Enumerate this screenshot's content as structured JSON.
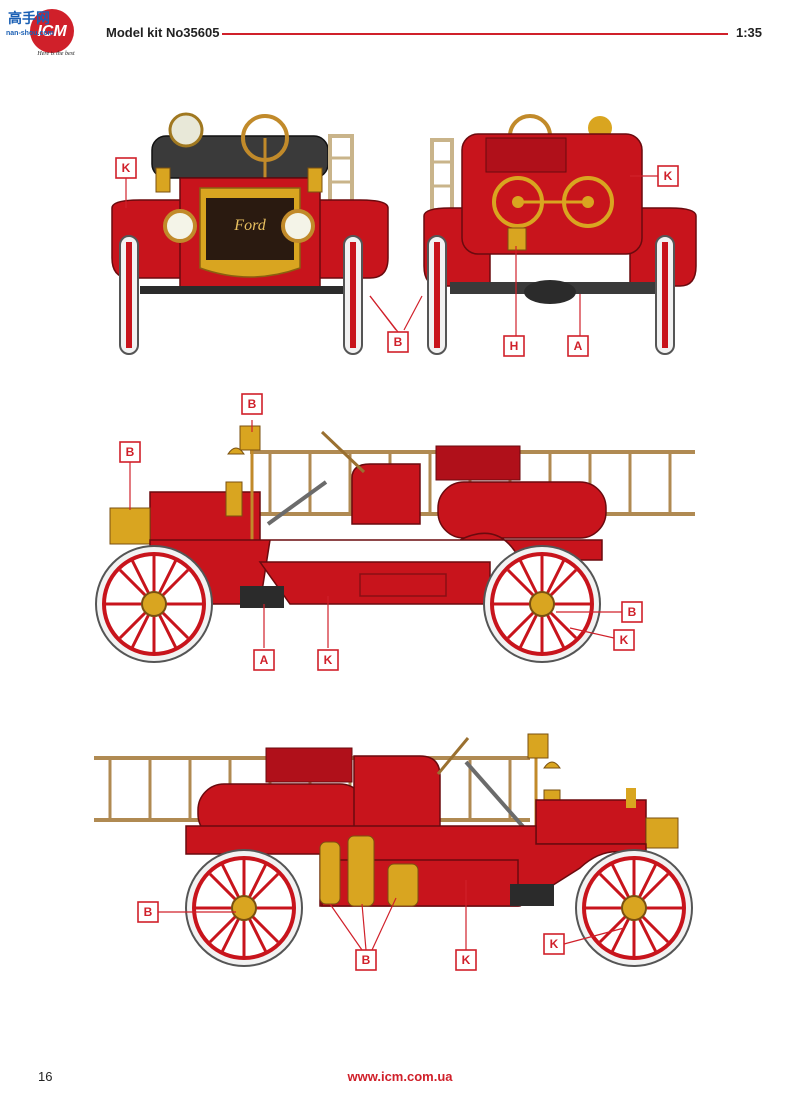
{
  "header": {
    "logo_brand": "ICM",
    "logo_tagline": "Here is the best",
    "watermark_text": "高手网",
    "watermark_url": "nan-shou.com",
    "kit_title": "Model kit No35605",
    "scale": "1:35"
  },
  "footer": {
    "page_number": "16",
    "website": "www.icm.com.ua"
  },
  "vehicle": {
    "grille_text": "Ford"
  },
  "callouts": {
    "front_K": "K",
    "front_B": "B",
    "rear_K": "K",
    "rear_H": "H",
    "rear_A": "A",
    "left_B_top": "B",
    "left_B_front": "B",
    "left_B_wheel": "B",
    "left_K_wheel": "K",
    "left_A": "A",
    "left_K_body": "K",
    "right_B_wheel": "B",
    "right_B_extinguishers": "B",
    "right_K_body": "K",
    "right_K_wheel": "K"
  },
  "colors": {
    "accent_red": "#d0202a",
    "body_red": "#c8141c",
    "brass": "#d9a520",
    "ladder": "#b08a52",
    "tire": "#f2f2f2"
  }
}
